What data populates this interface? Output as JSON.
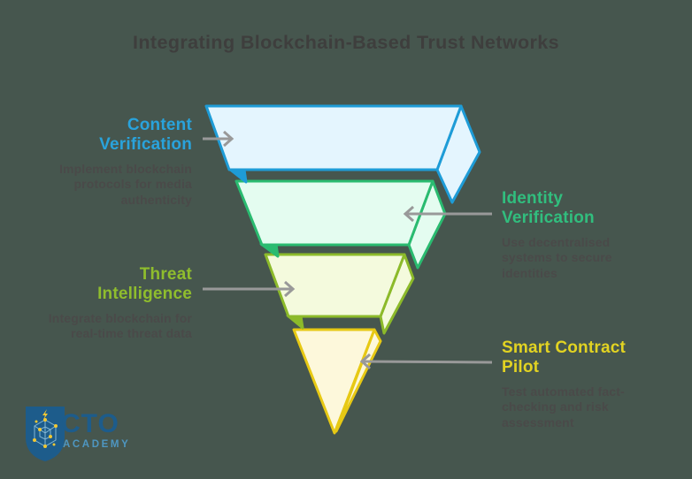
{
  "title": "Integrating Blockchain-Based Trust Networks",
  "background_color": "#46564E",
  "title_color": "#3E3E3D",
  "description_color": "#4A4A49",
  "arrow_color": "#999999",
  "tiers": [
    {
      "heading": "Content Verification",
      "description": "Implement blockchain protocols for media authenticity",
      "accent": "#29A3DC",
      "fill": "#E4F5FE",
      "stroke": "#1E9CD7",
      "label_side": "left"
    },
    {
      "heading": "Identity Verification",
      "description": "Use decentralised systems to secure identities",
      "accent": "#31BE7E",
      "fill": "#E4FCF0",
      "stroke": "#2ABB70",
      "label_side": "right"
    },
    {
      "heading": "Threat Intelligence",
      "description": "Integrate blockchain for real-time threat data",
      "accent": "#8FBD2D",
      "fill": "#F4FADD",
      "stroke": "#8CBA2A",
      "label_side": "left"
    },
    {
      "heading": "Smart Contract Pilot",
      "description": "Test automated fact-checking and risk assessment",
      "accent": "#E2D322",
      "fill": "#FDF8DB",
      "stroke": "#E7C914",
      "label_side": "right"
    }
  ],
  "logo": {
    "name": "CTO",
    "subname": "ACADEMY",
    "primary_color": "#1D5C8B",
    "secondary_color": "#4E96C1",
    "node_color": "#F2C832"
  }
}
